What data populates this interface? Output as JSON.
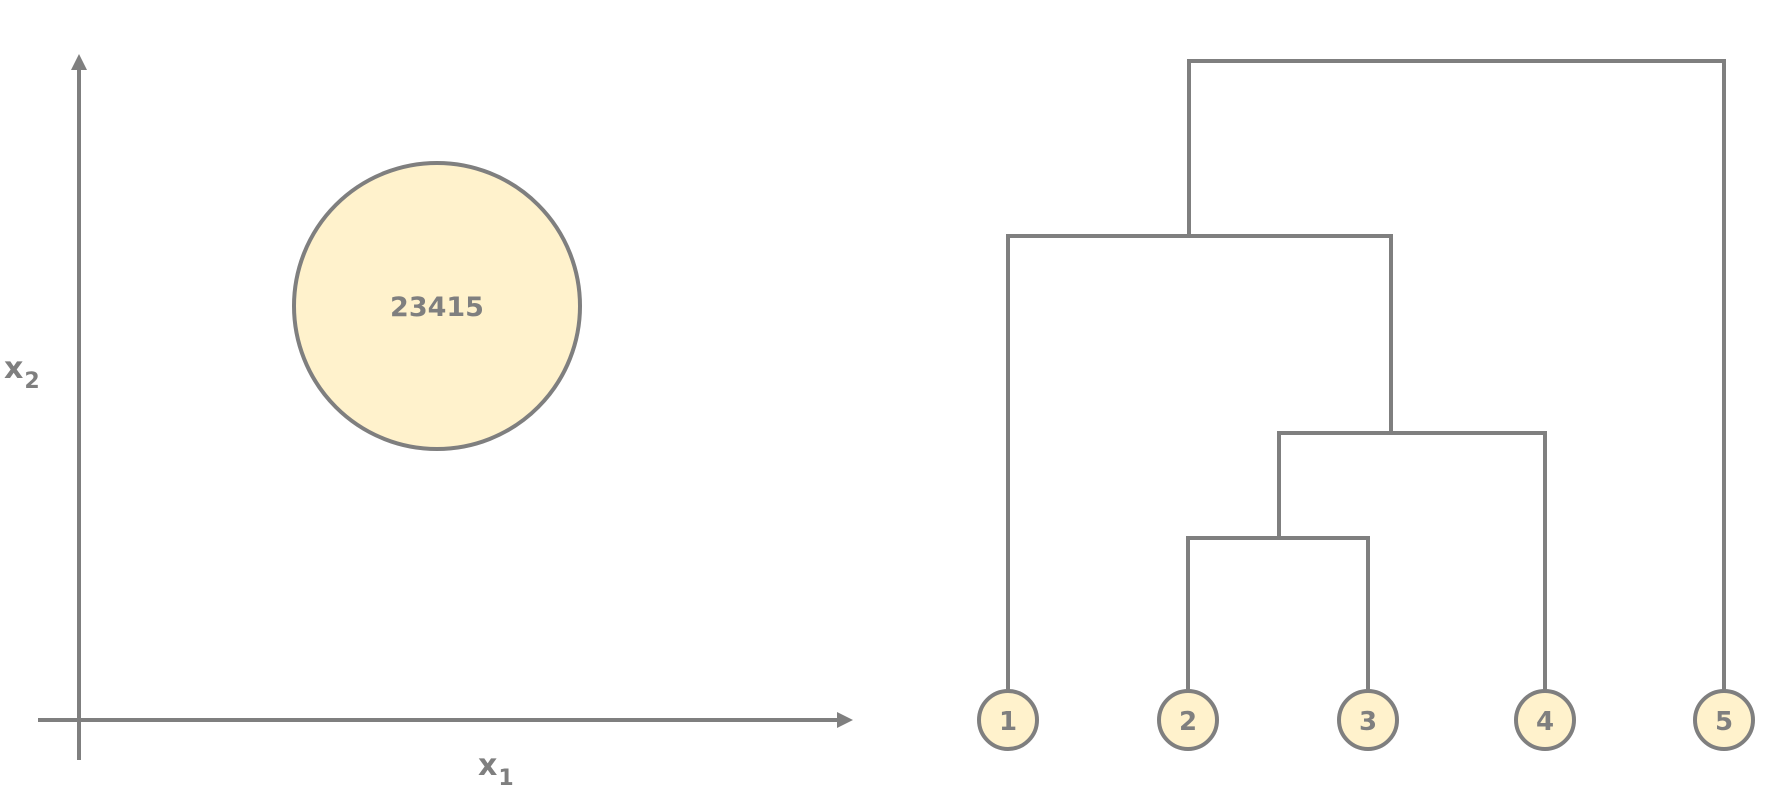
{
  "scatter": {
    "x_axis_label": "x",
    "x_axis_subscript": "1",
    "y_axis_label": "x",
    "y_axis_subscript": "2",
    "cluster_label": "23415"
  },
  "dendrogram": {
    "leaves": [
      "1",
      "2",
      "3",
      "4",
      "5"
    ],
    "merges": [
      {
        "members": [
          "2",
          "3"
        ],
        "level": 1
      },
      {
        "members": [
          "2",
          "3",
          "4"
        ],
        "level": 2
      },
      {
        "members": [
          "1",
          "2",
          "3",
          "4"
        ],
        "level": 3
      },
      {
        "members": [
          "1",
          "2",
          "3",
          "4",
          "5"
        ],
        "level": 4
      }
    ]
  },
  "colors": {
    "line": "#7f7f7f",
    "node_fill": "#fff2cc",
    "text": "#7f7f7f"
  }
}
